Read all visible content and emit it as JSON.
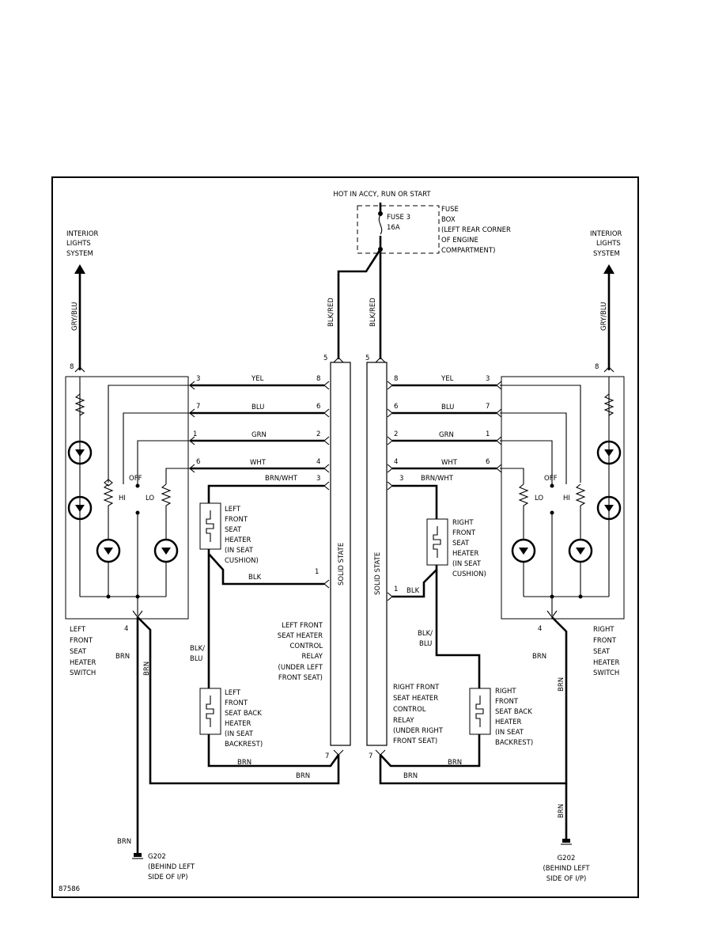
{
  "power_source": "HOT IN ACCY, RUN OR START",
  "fuse": {
    "name": "FUSE 3",
    "rating": "16A",
    "box_label": [
      "FUSE",
      "BOX",
      "(LEFT REAR CORNER",
      "OF ENGINE",
      "COMPARTMENT)"
    ]
  },
  "interior_lights": [
    "INTERIOR",
    "LIGHTS",
    "SYSTEM"
  ],
  "wire_colors": {
    "gry_blu": "GRY/BLU",
    "blk_red": "BLK/RED",
    "yel": "YEL",
    "blu": "BLU",
    "grn": "GRN",
    "wht": "WHT",
    "brn_wht": "BRN/WHT",
    "blk": "BLK",
    "blk_blu": [
      "BLK/",
      "BLU"
    ],
    "brn": "BRN"
  },
  "relay_label": "SOLID STATE",
  "switch_pos": {
    "hi": "HI",
    "off": "OFF",
    "lo": "LO"
  },
  "pins": {
    "p1": "1",
    "p2": "2",
    "p3": "3",
    "p4": "4",
    "p5": "5",
    "p6": "6",
    "p7": "7",
    "p8": "8"
  },
  "left": {
    "switch": [
      "LEFT",
      "FRONT",
      "SEAT",
      "HEATER",
      "SWITCH"
    ],
    "cushion_heater": [
      "LEFT",
      "FRONT",
      "SEAT",
      "HEATER",
      "(IN SEAT",
      "CUSHION)"
    ],
    "back_heater": [
      "LEFT",
      "FRONT",
      "SEAT BACK",
      "HEATER",
      "(IN SEAT",
      "BACKREST)"
    ],
    "relay": [
      "LEFT FRONT",
      "SEAT HEATER",
      "CONTROL",
      "RELAY",
      "(UNDER LEFT",
      "FRONT SEAT)"
    ],
    "ground": [
      "G202",
      "(BEHIND LEFT",
      "SIDE OF I/P)"
    ]
  },
  "right": {
    "switch": [
      "RIGHT",
      "FRONT",
      "SEAT",
      "HEATER",
      "SWITCH"
    ],
    "cushion_heater": [
      "RIGHT",
      "FRONT",
      "SEAT",
      "HEATER",
      "(IN SEAT",
      "CUSHION)"
    ],
    "back_heater": [
      "RIGHT",
      "FRONT",
      "SEAT BACK",
      "HEATER",
      "(IN SEAT",
      "BACKREST)"
    ],
    "relay": [
      "RIGHT FRONT",
      "SEAT HEATER",
      "CONTROL",
      "RELAY",
      "(UNDER RIGHT",
      "FRONT SEAT)"
    ],
    "ground": [
      "G202",
      "(BEHIND LEFT",
      "SIDE OF I/P)"
    ]
  },
  "figure_id": "87586"
}
